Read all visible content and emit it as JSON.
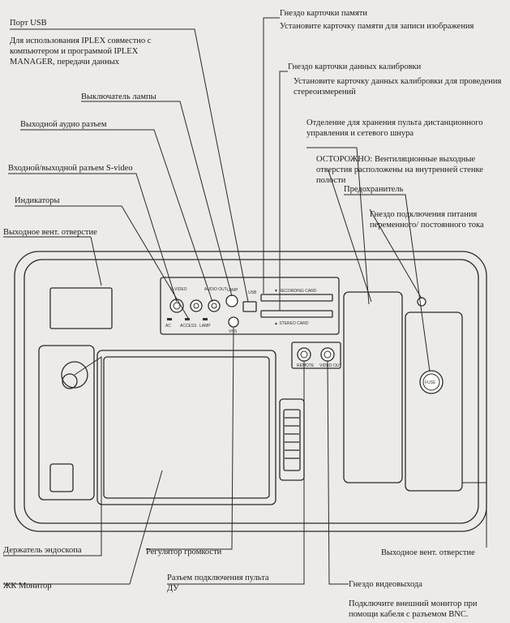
{
  "labels": {
    "usb_port": "Порт USB",
    "usb_desc": "Для использования IPLEX совместно с компьютером и программой IPLEX MANAGER, передачи данных",
    "memory_slot": "Гнездо карточки памяти",
    "memory_desc": "Установите карточку памяти для записи изображения",
    "calib_slot": "Гнездо карточки данных калибровки",
    "calib_desc": "Установите карточку данных калибровки для проведения стереоизмерений",
    "lamp_switch": "Выключатель лампы",
    "audio_out": "Выходной аудио разъем",
    "storage_compartment": "Отделение для хранения пульта дистанционного управления и сетевого шнура",
    "caution": "ОСТОРОЖНО: Вентиляционные выходные отверстия расположены на внутренней стенке полости",
    "svideo": "Входной/выходной разъем S-video",
    "fuse": "Предохранитель",
    "indicators": "Индикаторы",
    "power_jack": "Гнездо подключения питания переменного/ постоянного тока",
    "vent_left": "Выходное вент. отверстие",
    "scope_holder": "Держатель эндоскопа",
    "volume": "Регулятор громкости",
    "vent_right": "Выходное вент. отверстие",
    "lcd": "ЖК Монитор",
    "remote_jack": "Разъем подключения пульта ДУ",
    "video_out": "Гнездо видеовыхода",
    "bnc_desc": "Подключите внешний монитор при помощи кабеля с разъемом BNC."
  },
  "panel": {
    "svideo": "S-VIDEO",
    "audio_out": "AUDIO OUT",
    "lamp": "LAMP",
    "usb": "USB",
    "recording_card": "▼ RECORDING CARD",
    "stereo_card": "▲ STEREO CARD",
    "ac": "AC",
    "access": "ACCESS",
    "lamp_ind": "LAMP",
    "vhs": "VHS",
    "remote": "REMOTE",
    "video_out": "VIDEO OUT",
    "fuse": "FUSE"
  }
}
